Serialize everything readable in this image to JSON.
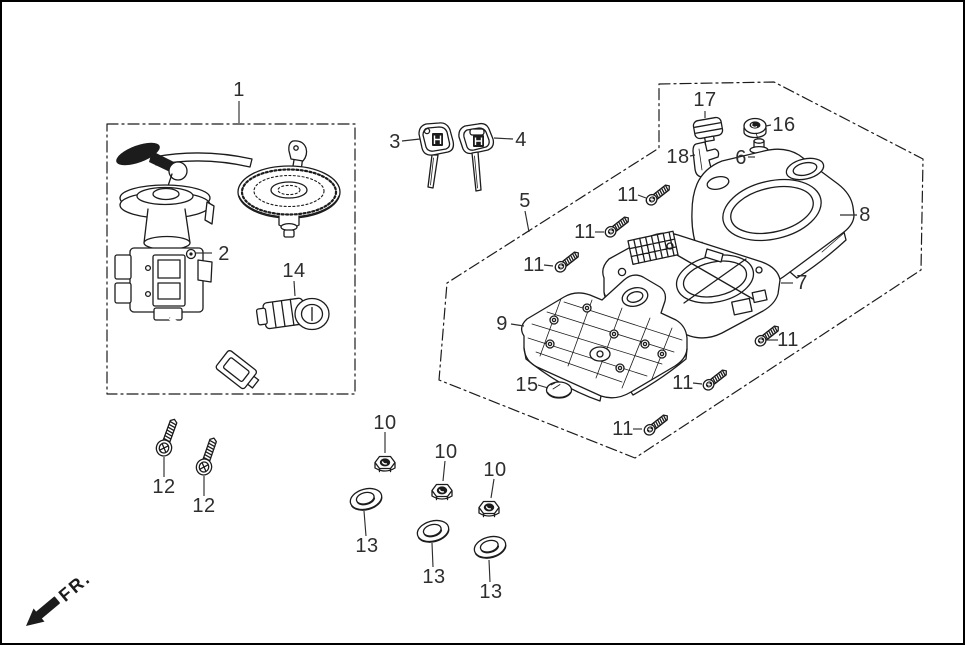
{
  "figure": {
    "type": "exploded-parts-diagram",
    "subject": "ignition-switch-and-smart-unit",
    "direction_label": "FR.",
    "colors": {
      "background": "#ffffff",
      "line": "#1c1c1c",
      "label": "#2e2e2e"
    },
    "callouts": [
      {
        "ref": "1",
        "part": "key-cylinder-set-group"
      },
      {
        "ref": "2",
        "part": "ignition-switch-body"
      },
      {
        "ref": "3",
        "part": "key-blank-a"
      },
      {
        "ref": "4",
        "part": "key-blank-b"
      },
      {
        "ref": "5",
        "part": "smart-unit-group"
      },
      {
        "ref": "6",
        "part": "flange-bolt"
      },
      {
        "ref": "7",
        "part": "smart-control-module"
      },
      {
        "ref": "8",
        "part": "upper-cover"
      },
      {
        "ref": "9",
        "part": "lower-base-plate"
      },
      {
        "ref": "10",
        "part": "flange-nut-1"
      },
      {
        "ref": "10",
        "part": "flange-nut-2"
      },
      {
        "ref": "10",
        "part": "flange-nut-3"
      },
      {
        "ref": "11",
        "part": "tapping-screw-1"
      },
      {
        "ref": "11",
        "part": "tapping-screw-2"
      },
      {
        "ref": "11",
        "part": "tapping-screw-3"
      },
      {
        "ref": "11",
        "part": "tapping-screw-4"
      },
      {
        "ref": "11",
        "part": "tapping-screw-5"
      },
      {
        "ref": "11",
        "part": "tapping-screw-6"
      },
      {
        "ref": "12",
        "part": "pan-head-screw-1"
      },
      {
        "ref": "12",
        "part": "pan-head-screw-2"
      },
      {
        "ref": "13",
        "part": "plain-washer-1"
      },
      {
        "ref": "13",
        "part": "plain-washer-2"
      },
      {
        "ref": "13",
        "part": "plain-washer-3"
      },
      {
        "ref": "14",
        "part": "lock-cylinder"
      },
      {
        "ref": "15",
        "part": "blind-plug"
      },
      {
        "ref": "16",
        "part": "cap-nut"
      },
      {
        "ref": "17",
        "part": "rubber-grommet"
      },
      {
        "ref": "18",
        "part": "clip-bracket"
      }
    ]
  }
}
